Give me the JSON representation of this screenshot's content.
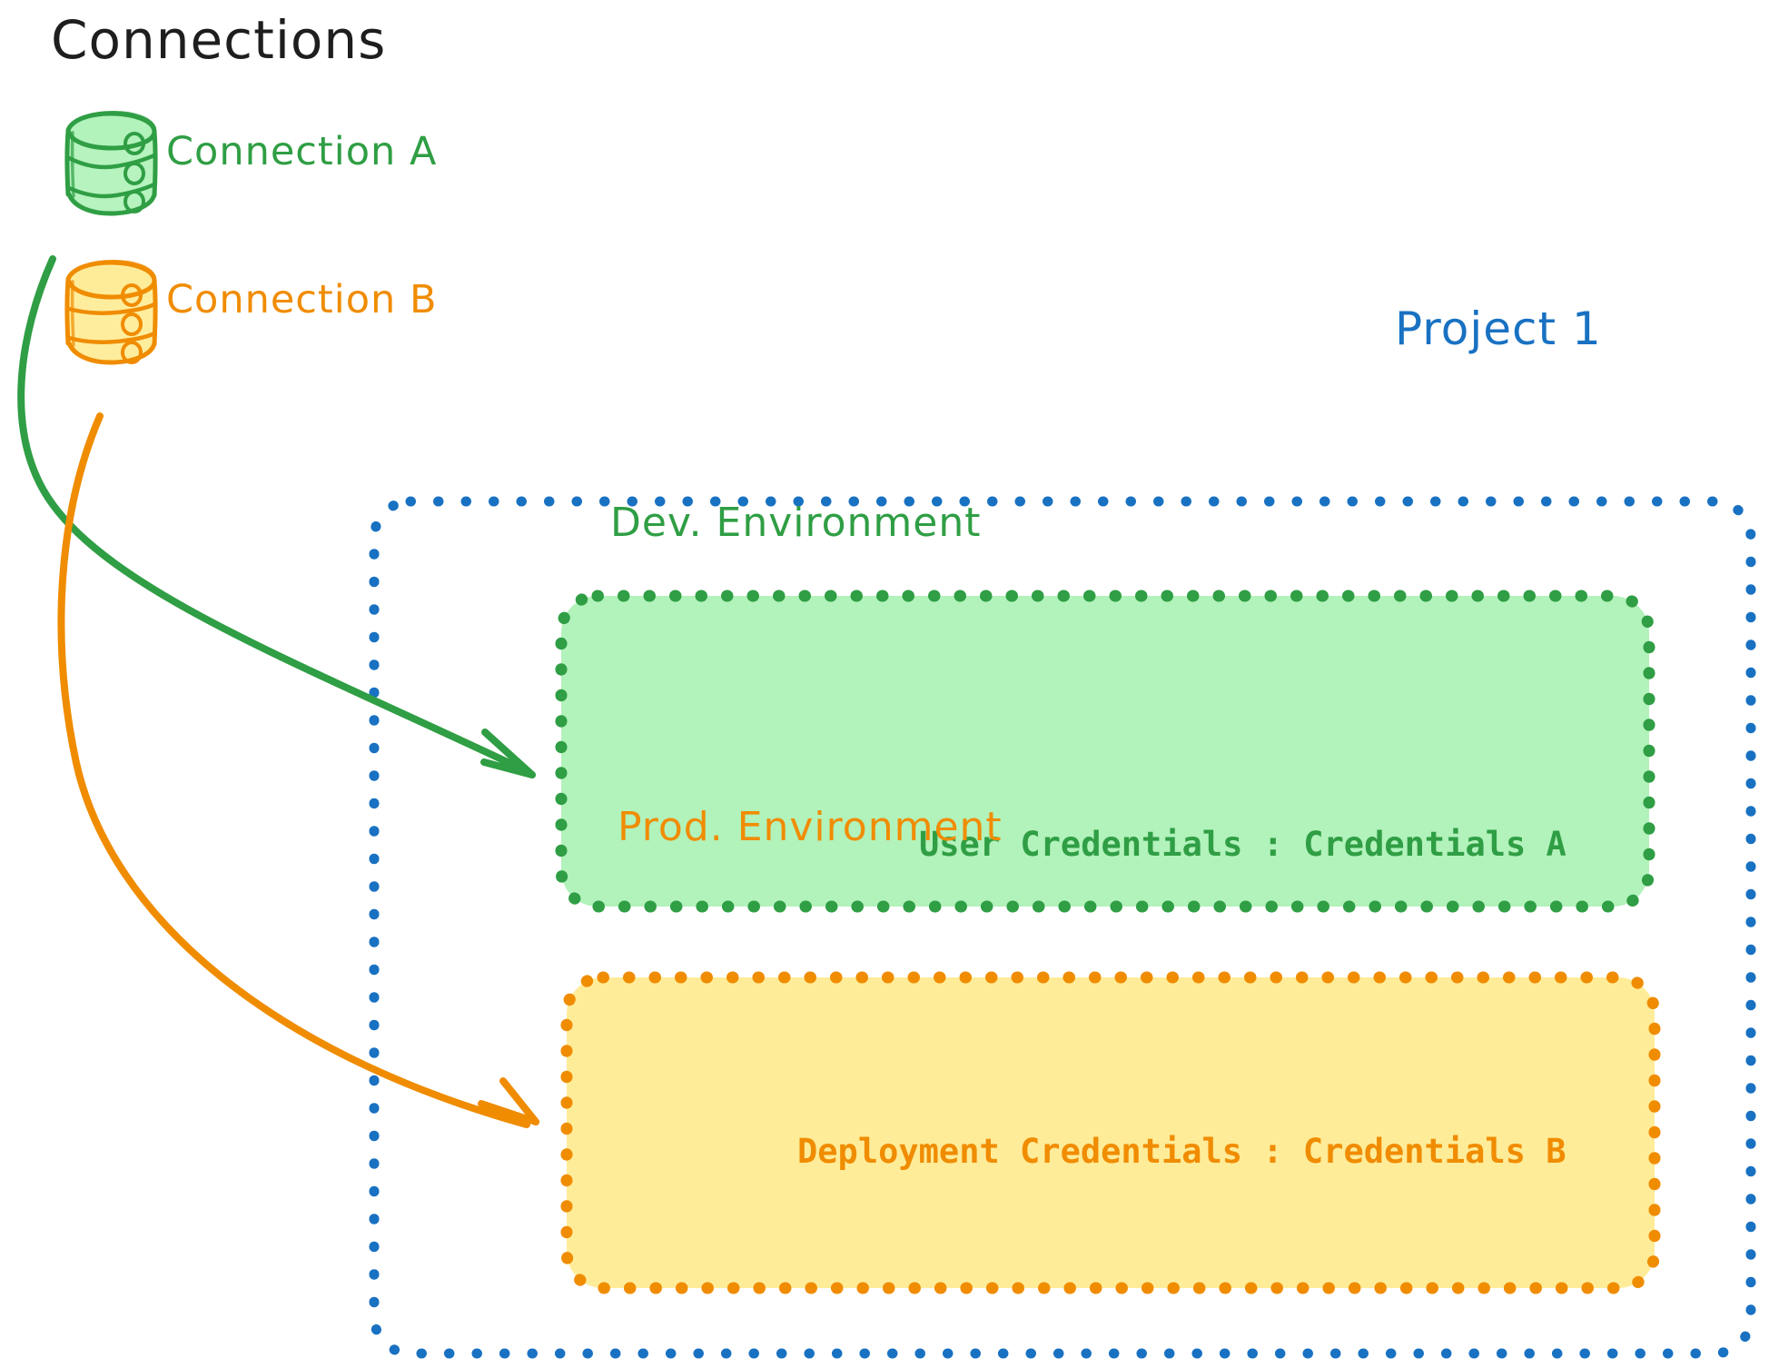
{
  "diagram": {
    "title": "Connections",
    "background": "#ffffff",
    "colors": {
      "green_stroke": "#2f9e44",
      "green_fill": "#b2f2bb",
      "orange_stroke": "#f08c00",
      "orange_fill": "#ffec99",
      "blue_stroke": "#1971c2",
      "text_dark": "#1e1e1e"
    }
  },
  "connections": {
    "heading": "Connections",
    "items": [
      {
        "id": "connection-a",
        "label": "Connection A",
        "icon": "database-cylinder-icon",
        "color": "#2f9e44",
        "fill": "#b2f2bb"
      },
      {
        "id": "connection-b",
        "label": "Connection B",
        "icon": "database-cylinder-icon",
        "color": "#f08c00",
        "fill": "#ffec99"
      }
    ]
  },
  "project": {
    "label": "Project 1",
    "color": "#1971c2",
    "environments": [
      {
        "id": "dev-environment",
        "title": "Dev. Environment",
        "credential_label": "User Credentials",
        "credential_separator": ":",
        "credential_value": "Credentials A",
        "credential_line": "User Credentials : Credentials A",
        "color": "#2f9e44",
        "fill": "#b2f2bb"
      },
      {
        "id": "prod-environment",
        "title": "Prod. Environment",
        "credential_label": "Deployment Credentials",
        "credential_separator": ":",
        "credential_value": "Credentials B",
        "credential_line": "Deployment Credentials : Credentials B",
        "color": "#f08c00",
        "fill": "#ffec99"
      }
    ]
  },
  "arrows": [
    {
      "id": "arrow-connection-a-to-dev",
      "from": "connection-a",
      "to": "dev-environment",
      "color": "#2f9e44"
    },
    {
      "id": "arrow-connection-b-to-prod",
      "from": "connection-b",
      "to": "prod-environment",
      "color": "#f08c00"
    }
  ]
}
